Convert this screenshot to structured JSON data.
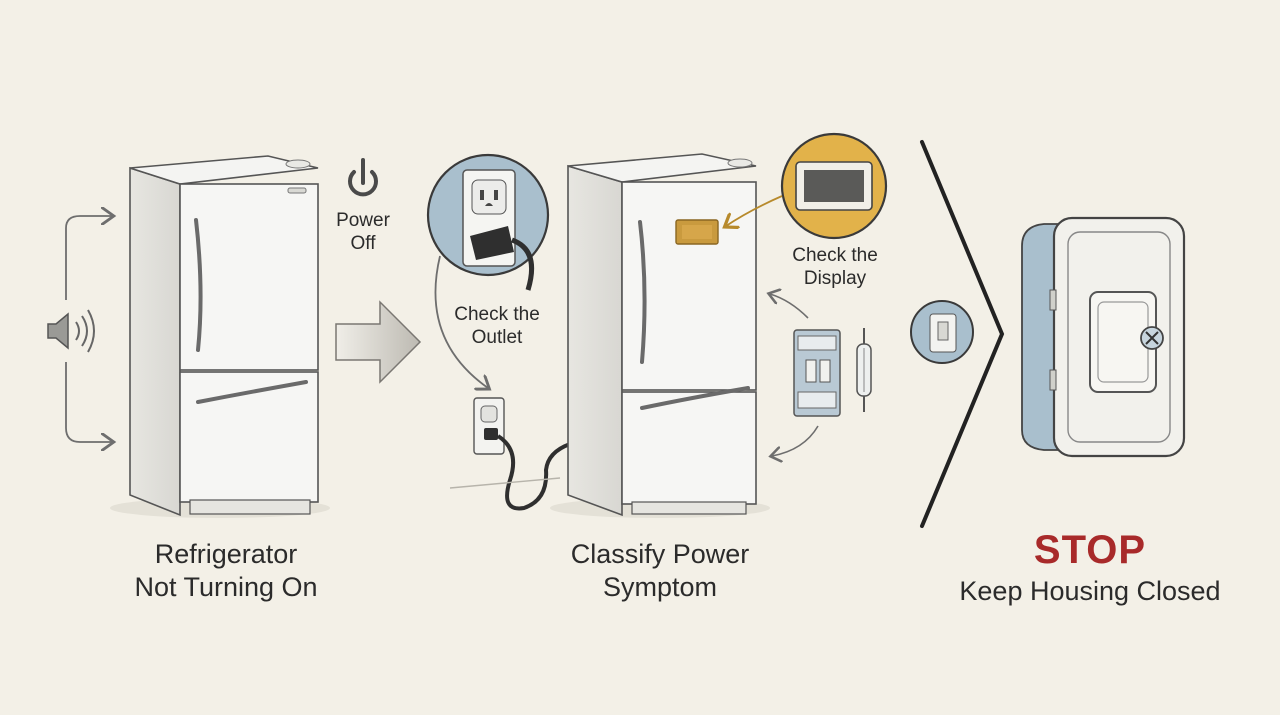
{
  "steps": {
    "step1": {
      "line1": "Refrigerator",
      "line2": "Not Turning On"
    },
    "step2": {
      "line1": "Classify Power",
      "line2": "Symptom"
    },
    "step3": {
      "title": "STOP",
      "subtitle": "Keep Housing Closed"
    }
  },
  "callouts": {
    "power_off": {
      "line1": "Power",
      "line2": "Off"
    },
    "check_outlet": {
      "line1": "Check the",
      "line2": "Outlet"
    },
    "check_display": {
      "line1": "Check the",
      "line2": "Display"
    }
  },
  "icons": {
    "sound": "speaker-icon",
    "power": "power-icon",
    "outlet": "outlet-icon",
    "display": "display-icon",
    "breaker": "circuit-breaker-icon",
    "fuse": "fuse-icon",
    "switch": "wall-switch-icon",
    "housing": "closed-housing-icon"
  },
  "colors": {
    "background": "#f3f0e7",
    "accent_blue": "#a9bfcd",
    "accent_amber": "#e2b24a",
    "stop_red": "#a82a2a",
    "ink": "#2b2b2b"
  }
}
